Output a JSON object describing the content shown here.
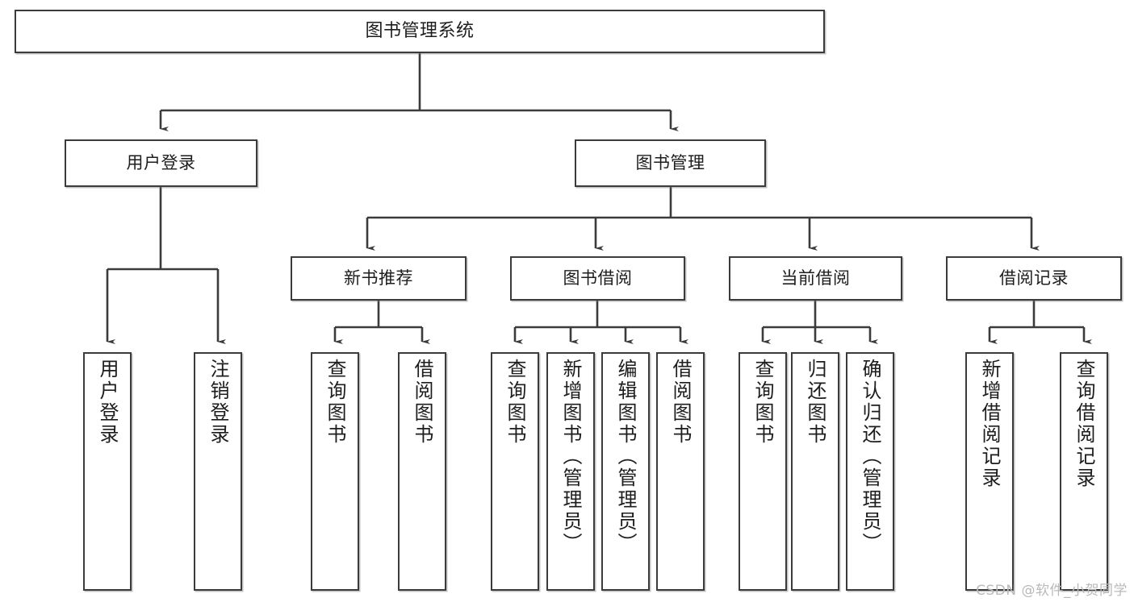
{
  "diagram": {
    "title": "图书管理系统",
    "type": "功能结构图",
    "line_color": "#3b3b3b",
    "box_fill": "#ffffff",
    "text_color": "#1d1d1d"
  },
  "root": {
    "label": "图书管理系统"
  },
  "level1": [
    {
      "label": "用户登录"
    },
    {
      "label": "图书管理"
    }
  ],
  "level2": [
    {
      "label": "新书推荐"
    },
    {
      "label": "图书借阅"
    },
    {
      "label": "当前借阅"
    },
    {
      "label": "借阅记录"
    }
  ],
  "leaves": {
    "user_login": [
      {
        "label": "用户登录"
      },
      {
        "label": "注销登录"
      }
    ],
    "new_book_recommend": [
      {
        "label": "查询图书"
      },
      {
        "label": "借阅图书"
      }
    ],
    "book_borrow": [
      {
        "label": "查询图书"
      },
      {
        "label": "新增图书（管理员）"
      },
      {
        "label": "编辑图书（管理员）"
      },
      {
        "label": "借阅图书"
      }
    ],
    "current_borrow": [
      {
        "label": "查询图书"
      },
      {
        "label": "归还图书"
      },
      {
        "label": "确认归还（管理员）"
      }
    ],
    "borrow_record": [
      {
        "label": "新增借阅记录"
      },
      {
        "label": "查询借阅记录"
      }
    ]
  },
  "watermark": {
    "text": "CSDN @软件_小贺同学"
  }
}
